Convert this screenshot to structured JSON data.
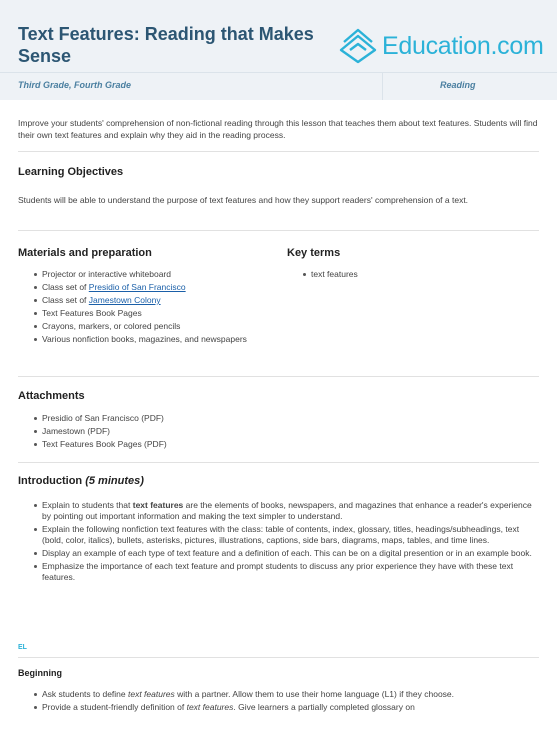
{
  "header": {
    "title": "Text Features: Reading that Makes Sense",
    "logo_text": "Education.com",
    "grades": "Third Grade, Fourth Grade",
    "subject": "Reading"
  },
  "intro_text": "Improve your students' comprehension of non-fictional reading through this lesson that teaches them about text features. Students will find their own text features and explain why they aid in the reading process.",
  "objectives": {
    "heading": "Learning Objectives",
    "text": "Students will be able to understand the purpose of text features and how they support readers' comprehension of a text."
  },
  "materials": {
    "heading": "Materials and preparation",
    "items": [
      {
        "pre": "Projector or interactive whiteboard",
        "link": ""
      },
      {
        "pre": "Class set of ",
        "link": "Presidio of San Francisco"
      },
      {
        "pre": "Class set of ",
        "link": "Jamestown Colony"
      },
      {
        "pre": "Text Features Book Pages",
        "link": ""
      },
      {
        "pre": "Crayons, markers, or colored pencils",
        "link": ""
      },
      {
        "pre": "Various nonfiction books, magazines, and newspapers",
        "link": ""
      }
    ]
  },
  "key_terms": {
    "heading": "Key terms",
    "items": [
      "text features"
    ]
  },
  "attachments": {
    "heading": "Attachments",
    "items": [
      "Presidio of San Francisco (PDF)",
      "Jamestown (PDF)",
      "Text Features Book Pages (PDF)"
    ]
  },
  "introduction": {
    "heading": "Introduction",
    "duration": "(5 minutes)",
    "items": [
      {
        "a": "Explain to students that ",
        "b": "text features",
        "c": " are the elements of books, newspapers, and magazines that enhance a reader's experience by pointing out important information and making the text simpler to understand."
      },
      {
        "a": "Explain the following nonfiction text features with the class: table of contents, index, glossary, titles, headings/subheadings, text (bold, color, italics), bullets, asterisks, pictures, illustrations, captions, side bars, diagrams, maps, tables, and time lines.",
        "b": "",
        "c": ""
      },
      {
        "a": "Display an example of each type of text feature and a definition of each. This can be on a digital presention or in an example book.",
        "b": "",
        "c": ""
      },
      {
        "a": "Emphasize the importance of each text feature and prompt students to discuss any prior experience they have with these text features.",
        "b": "",
        "c": ""
      }
    ]
  },
  "el_label": "EL",
  "beginning": {
    "heading": "Beginning",
    "items": [
      {
        "a": "Ask students to define ",
        "i": "text features",
        "c": " with a partner. Allow them to use their home language (L1) if they choose."
      },
      {
        "a": "Provide a student-friendly definition of ",
        "i": "text features",
        "c": ". Give learners a partially completed glossary on"
      }
    ]
  },
  "colors": {
    "header_bg": "#eef2f6",
    "title": "#2c5673",
    "logo": "#2bb2d8",
    "link": "#1a5fa8"
  }
}
